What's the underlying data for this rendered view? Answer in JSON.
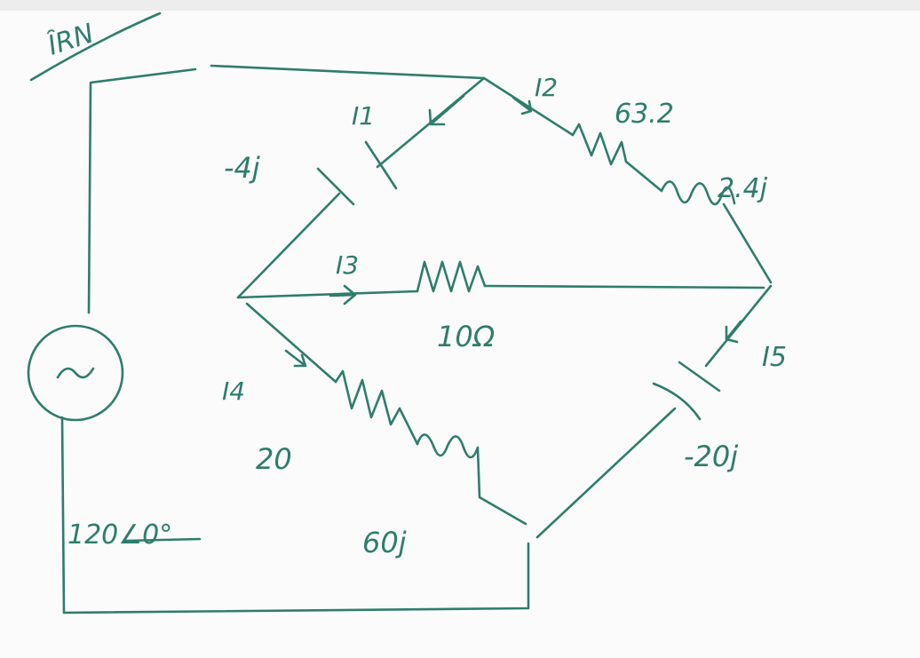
{
  "colors": {
    "ink": "#2e7d6b",
    "background": "#fbfbfb"
  },
  "corner_note": "ȊRN",
  "source": {
    "icon": "ac-source-symbol",
    "label": "120∠0°"
  },
  "components": {
    "c1": {
      "current": "I1",
      "impedance": "-4j"
    },
    "branch2": {
      "current": "I2",
      "resistance": "63.2",
      "inductance": "2.4j"
    },
    "branch3": {
      "current": "I3",
      "resistance": "10Ω"
    },
    "branch4": {
      "current": "I4",
      "resistance": "20",
      "inductance": "60j"
    },
    "c5": {
      "current": "I5",
      "impedance": "-20j"
    }
  }
}
